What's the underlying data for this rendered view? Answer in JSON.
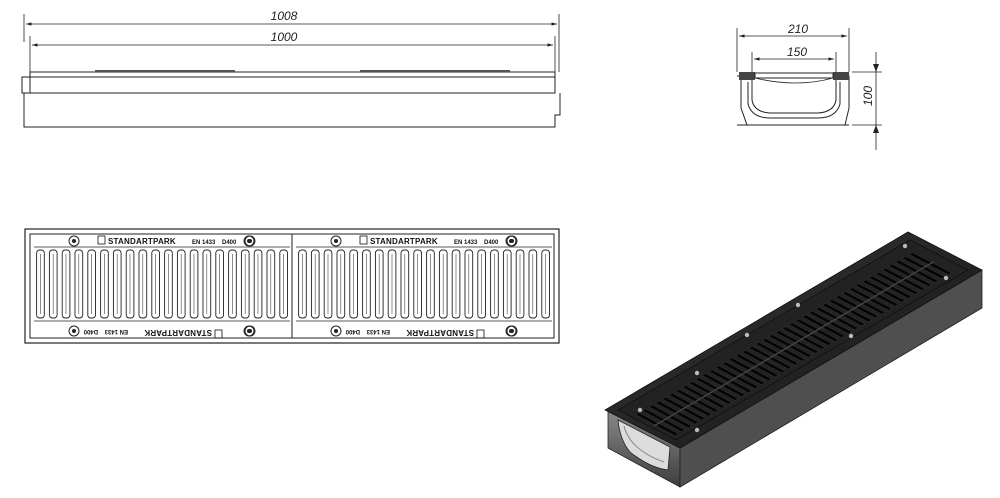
{
  "dimensions": {
    "overall_length": "1008",
    "inner_length": "1000",
    "overall_width": "210",
    "inner_width": "150",
    "height": "100"
  },
  "grate_marking": {
    "brand": "STANDARTPARK",
    "standard": "EN 1433",
    "load_class": "D400"
  },
  "colors": {
    "line": "#222222",
    "iron": "#1a1a1a",
    "concrete": "#6b6b6b"
  }
}
